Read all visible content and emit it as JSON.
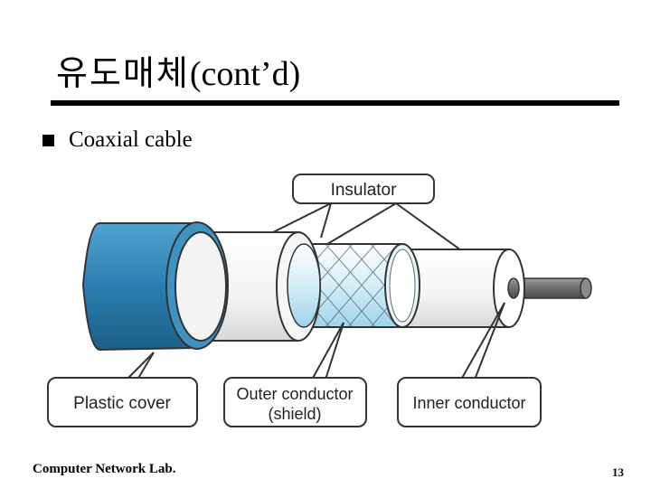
{
  "slide": {
    "title_korean": "유도매체",
    "title_suffix": "(cont’d)",
    "bullet": "Coaxial cable",
    "footer_left": "Computer Network Lab.",
    "page_number": "13"
  },
  "diagram": {
    "labels": {
      "insulator": "Insulator",
      "plastic_cover": "Plastic cover",
      "outer_conductor_line1": "Outer conductor",
      "outer_conductor_line2": "(shield)",
      "inner_conductor": "Inner conductor"
    },
    "colors": {
      "plastic_cover": "#2a7fb0",
      "shield": "#bfe3f2",
      "insulator": "#f2f2f2",
      "core": "#6e6e6e"
    }
  }
}
